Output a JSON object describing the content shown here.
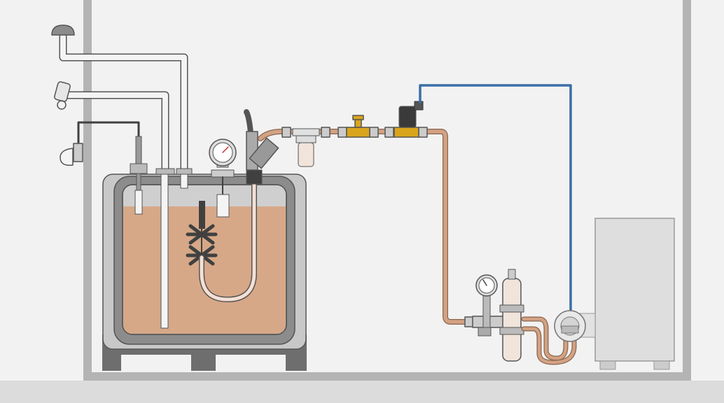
{
  "colors": {
    "background": "#f2f2f2",
    "wall": "#b4b4b4",
    "floor": "#dcdcdc",
    "oil": "#d6a888",
    "tank_outer": "#c8c8c8",
    "tank_frame": "#8c8c8c",
    "pallet": "#6e6e6e",
    "copper_pipe": "#d2a283",
    "brass": "#d9a51c",
    "blue_line": "#3a6ea8",
    "dark_line": "#404040",
    "burner": "#dedede"
  },
  "icons": [
    "vent-cap-icon",
    "fill-nozzle-icon",
    "overfill-alarm-icon",
    "pressure-gauge-icon",
    "filter-icon",
    "solenoid-valve-icon",
    "pump-icon"
  ],
  "components": [
    "vent-pipe",
    "fill-pipe",
    "level-sensor",
    "oil-tank",
    "gauge",
    "extraction-line",
    "shutoff-valve",
    "oil-filter",
    "brass-tee",
    "solenoid-valve",
    "deaerator",
    "burner-unit"
  ]
}
